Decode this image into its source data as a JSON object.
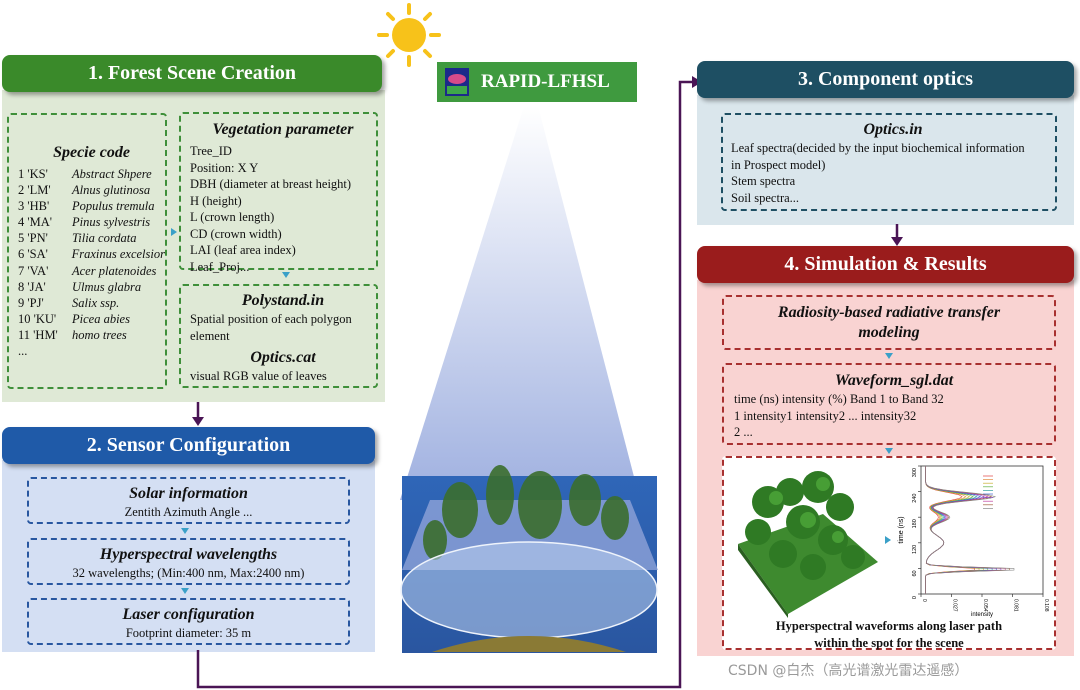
{
  "app_title": "RAPID-LFHSL",
  "colors": {
    "green_header": "#3a8a2a",
    "blue_header": "#1f5aa8",
    "teal_header": "#1e4f63",
    "red_header": "#9a1c1c",
    "green_panel": "#dfe9d6",
    "blue_panel": "#d4dff3",
    "teal_panel": "#dae6ec",
    "red_panel": "#f9d3d2",
    "arrow": "#4a1555",
    "sun": "#f7c21a"
  },
  "section1": {
    "header": "1. Forest Scene Creation",
    "specie": {
      "title": "Specie code",
      "rows": [
        {
          "code": "1 'KS'",
          "name": "Abstract Shpere"
        },
        {
          "code": "2 'LM'",
          "name": "Alnus glutinosa"
        },
        {
          "code": "3 'HB'",
          "name": "Populus tremula"
        },
        {
          "code": "4 'MA'",
          "name": "Pinus sylvestris"
        },
        {
          "code": "5 'PN'",
          "name": "Tilia cordata"
        },
        {
          "code": "6 'SA'",
          "name": "Fraxinus excelsior"
        },
        {
          "code": "7 'VA'",
          "name": "Acer platenoides"
        },
        {
          "code": "8 'JA'",
          "name": "Ulmus glabra"
        },
        {
          "code": "9 'PJ'",
          "name": "Salix ssp."
        },
        {
          "code": "10 'KU'",
          "name": "Picea abies"
        },
        {
          "code": "11 'HM'",
          "name": "homo trees"
        },
        {
          "code": "...",
          "name": ""
        }
      ]
    },
    "vegetation": {
      "title": "Vegetation parameter",
      "lines": [
        "Tree_ID",
        "Position: X Y",
        "DBH (diameter at breast height)",
        "H (height)",
        "L (crown length)",
        "CD (crown width)",
        "LAI (leaf area index)",
        "Leaf_Proj..."
      ]
    },
    "polystand": {
      "title": "Polystand.in",
      "lines": [
        "Spatial position of each polygon",
        "element"
      ]
    },
    "optics_cat": {
      "title": "Optics.cat",
      "lines": [
        "visual RGB value of leaves"
      ]
    }
  },
  "section2": {
    "header": "2. Sensor Configuration",
    "solar": {
      "title": "Solar information",
      "text": "Zentith Azimuth Angle ..."
    },
    "hyper": {
      "title": "Hyperspectral wavelengths",
      "text": "32 wavelengths; (Min:400 nm, Max:2400 nm)"
    },
    "laser": {
      "title": "Laser configuration",
      "text": "Footprint diameter: 35 m"
    }
  },
  "section3": {
    "header": "3. Component optics",
    "optics_in": {
      "title": "Optics.in",
      "lines": [
        "Leaf  spectra(decided by the input biochemical information",
        "in Prospect model)",
        "Stem spectra",
        "Soil spectra..."
      ]
    }
  },
  "section4": {
    "header": "4. Simulation & Results",
    "radiosity": {
      "title_lines": [
        "Radiosity-based radiative transfer",
        "modeling"
      ]
    },
    "waveform": {
      "title": "Waveform_sgl.dat",
      "lines": [
        "time (ns)  intensity (%)  Band 1 to Band  32",
        "1   intensity1  intensity2 ... intensity32",
        "2   ..."
      ]
    },
    "caption_lines": [
      "Hyperspectral  waveforms along laser path",
      "within the spot for the scene"
    ]
  },
  "watermark": "CSDN @白杰（高光谱激光雷达遥感）",
  "chart_data": {
    "type": "line",
    "title": "",
    "xlabel": "intensity",
    "ylabel": "time (ns)",
    "yticks": [
      0,
      60,
      120,
      180,
      240,
      300
    ],
    "xticks": [
      "0",
      "0.027",
      "0.054",
      "0.081",
      "0.108"
    ],
    "xlim": [
      0,
      0.108
    ],
    "ylim": [
      0,
      300
    ],
    "legend": "top-right"
  }
}
